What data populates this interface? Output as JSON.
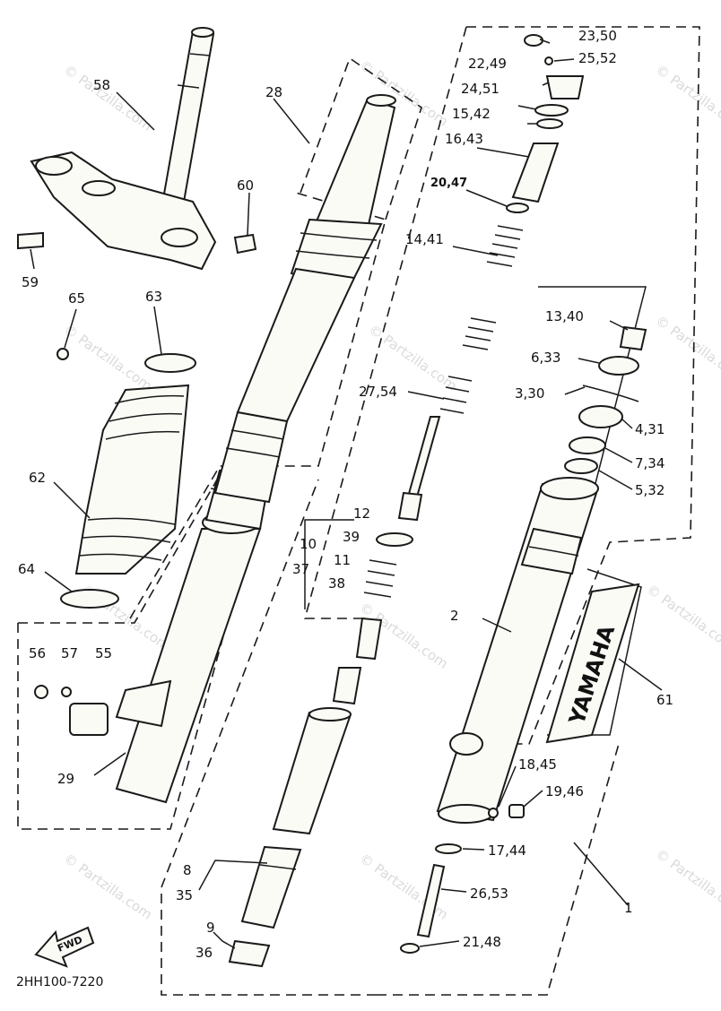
{
  "diagram_code": "2HH100-7220",
  "fwd_label": "FWD",
  "decal_text": "YAMAHA",
  "watermark": "© Partzilla.com",
  "callouts": {
    "c58": "58",
    "c28": "28",
    "c60": "60",
    "c59": "59",
    "c65": "65",
    "c63": "63",
    "c62": "62",
    "c64": "64",
    "c56": "56",
    "c57": "57",
    "c55": "55",
    "c29": "29",
    "c2350": "23,50",
    "c2249": "22,49",
    "c2552": "25,52",
    "c2451": "24,51",
    "c1542": "15,42",
    "c1643": "16,43",
    "c2047": "20,47",
    "c1441": "14,41",
    "c1340": "13,40",
    "c633": "6,33",
    "c330": "3,30",
    "c431": "4,31",
    "c734": "7,34",
    "c532": "5,32",
    "c2754": "27,54",
    "c12": "12",
    "c39": "39",
    "c10": "10",
    "c37": "37",
    "c11": "11",
    "c38": "38",
    "c2": "2",
    "c61": "61",
    "c1845": "18,45",
    "c1946": "19,46",
    "c1744": "17,44",
    "c2653": "26,53",
    "c2148": "21,48",
    "c1": "1",
    "c8": "8",
    "c35": "35",
    "c9": "9",
    "c36": "36"
  },
  "colors": {
    "ink": "#1a1a1a",
    "paper": "#ffffff",
    "watermark": "#bcbcbc"
  }
}
